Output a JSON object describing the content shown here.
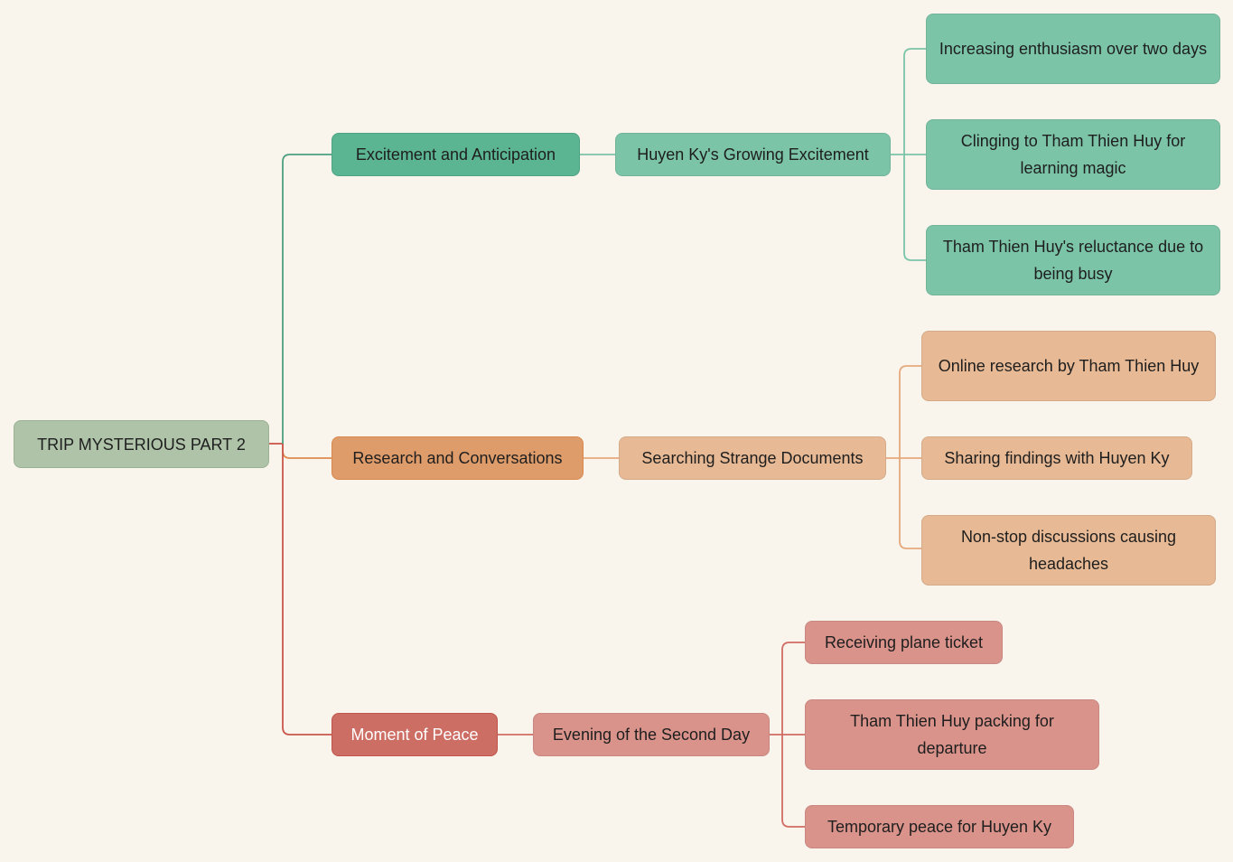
{
  "root": "TRIP MYSTERIOUS PART 2",
  "branches": [
    {
      "label": "Excitement and Anticipation",
      "sub": "Huyen Ky's Growing Excitement",
      "leaves": [
        "Increasing enthusiasm over two days",
        "Clinging to Tham Thien Huy for learning magic",
        "Tham Thien Huy's reluctance due to being busy"
      ]
    },
    {
      "label": "Research and Conversations",
      "sub": "Searching Strange Documents",
      "leaves": [
        "Online research by Tham Thien Huy",
        "Sharing findings with Huyen Ky",
        "Non-stop discussions causing headaches"
      ]
    },
    {
      "label": "Moment of Peace",
      "sub": "Evening of the Second Day",
      "leaves": [
        "Receiving plane ticket",
        "Tham Thien Huy packing for departure",
        "Temporary peace for Huyen Ky"
      ]
    }
  ],
  "colors": {
    "green": "#4d9f80",
    "orange": "#e08a50",
    "red": "#c9564c",
    "background": "#f9f4ec"
  }
}
